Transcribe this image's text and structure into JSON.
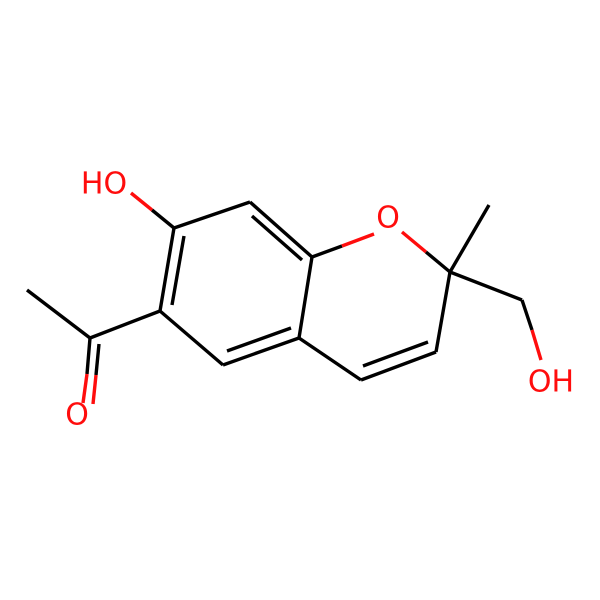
{
  "molecule": {
    "atom_labels": {
      "hydroxyl_top": "HO",
      "ring_oxygen": "O",
      "hydroxyl_right": "OH",
      "carbonyl_oxygen": "O"
    },
    "colors": {
      "bond": "#000000",
      "heteroatom": "#ff0d0d",
      "background": "#ffffff"
    }
  }
}
